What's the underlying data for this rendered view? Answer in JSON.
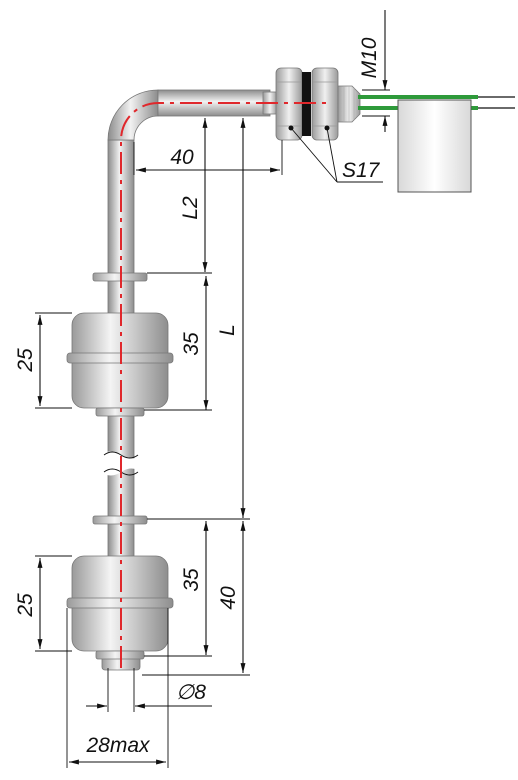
{
  "labels": {
    "thread": "M10",
    "offset_40": "40",
    "l2": "L2",
    "s17": "S17",
    "l": "L",
    "float_h_upper": "25",
    "float_travel_upper": "35",
    "float_h_lower": "25",
    "float_travel_lower": "35",
    "bottom_40": "40",
    "stem_dia": "∅8",
    "width_max": "28max"
  },
  "colors": {
    "steel_light": "#eeeeee",
    "steel_mid": "#c4c4c4",
    "steel_dark": "#8a8a8a",
    "axis_red": "#e0282c",
    "wire_green": "#2e9a3a",
    "gasket_black": "#111111"
  }
}
